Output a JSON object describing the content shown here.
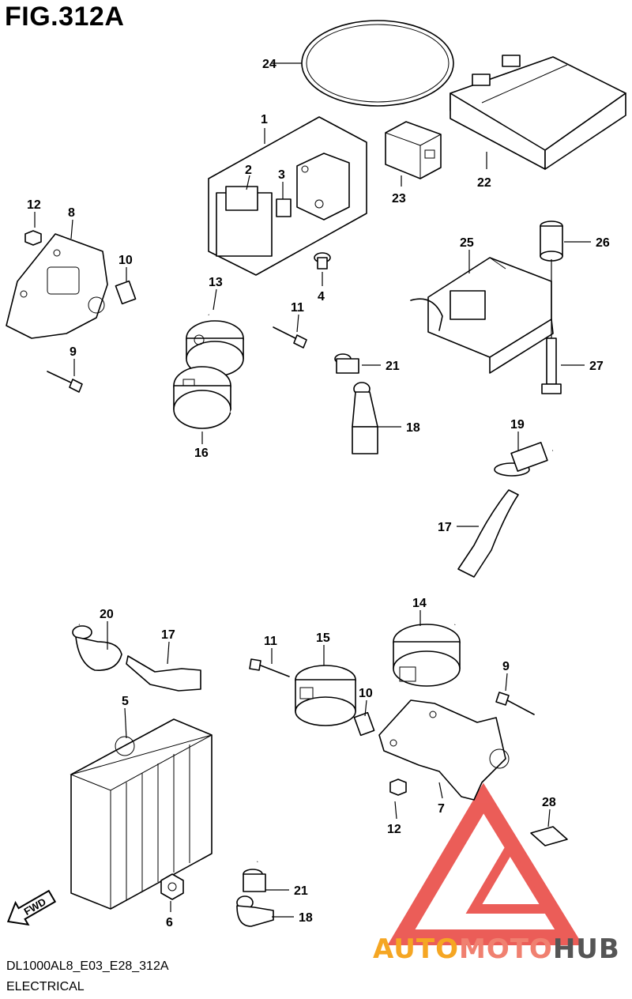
{
  "figure": {
    "title": "FIG.312A",
    "code": "DL1000AL8_E03_E28_312A",
    "section": "ELECTRICAL"
  },
  "callouts": {
    "c1": "1",
    "c2": "2",
    "c3": "3",
    "c4": "4",
    "c5": "5",
    "c6": "6",
    "c7": "7",
    "c8": "8",
    "c9a": "9",
    "c9b": "9",
    "c10a": "10",
    "c10b": "10",
    "c11a": "11",
    "c11b": "11",
    "c12a": "12",
    "c12b": "12",
    "c13": "13",
    "c14": "14",
    "c15": "15",
    "c16": "16",
    "c17a": "17",
    "c17b": "17",
    "c18a": "18",
    "c18b": "18",
    "c19": "19",
    "c20": "20",
    "c21a": "21",
    "c21b": "21",
    "c22": "22",
    "c23": "23",
    "c24": "24",
    "c25": "25",
    "c26": "26",
    "c27": "27",
    "c28": "28"
  },
  "fwd_arrow": {
    "label": "FWD"
  },
  "watermark": {
    "part1": "AUTO",
    "part2": "MOTO",
    "part3": "HUB",
    "colors": {
      "auto": "#f5a623",
      "moto": "#f08070",
      "hub": "#555555",
      "logo": "#e8413c"
    }
  }
}
